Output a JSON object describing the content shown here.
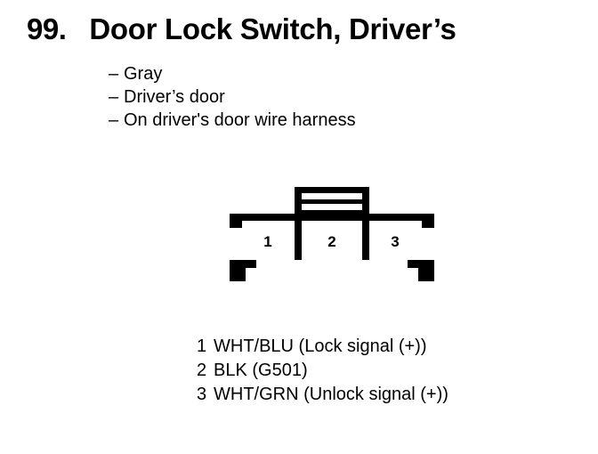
{
  "page": {
    "background_color": "#ffffff",
    "ink_color": "#000000"
  },
  "header": {
    "entry_number": "99.",
    "title": "Door Lock Switch, Driver’s"
  },
  "attributes": {
    "dash": "–",
    "items": [
      {
        "text": "Gray"
      },
      {
        "text": "Driver’s door"
      },
      {
        "text": "On driver's door wire harness"
      }
    ]
  },
  "connector": {
    "name": "3-pin connector diagram",
    "cavity_count": 3,
    "cavity_labels": [
      "1",
      "2",
      "3"
    ],
    "has_locking_tab": true,
    "locking_tab_slots": 2,
    "stroke_color": "#000000",
    "fill_color": "#ffffff"
  },
  "pin_legend": {
    "rows": [
      {
        "pin": "1",
        "description": "WHT/BLU (Lock signal (+))"
      },
      {
        "pin": "2",
        "description": "BLK (G501)"
      },
      {
        "pin": "3",
        "description": "WHT/GRN (Unlock signal (+))"
      }
    ]
  }
}
